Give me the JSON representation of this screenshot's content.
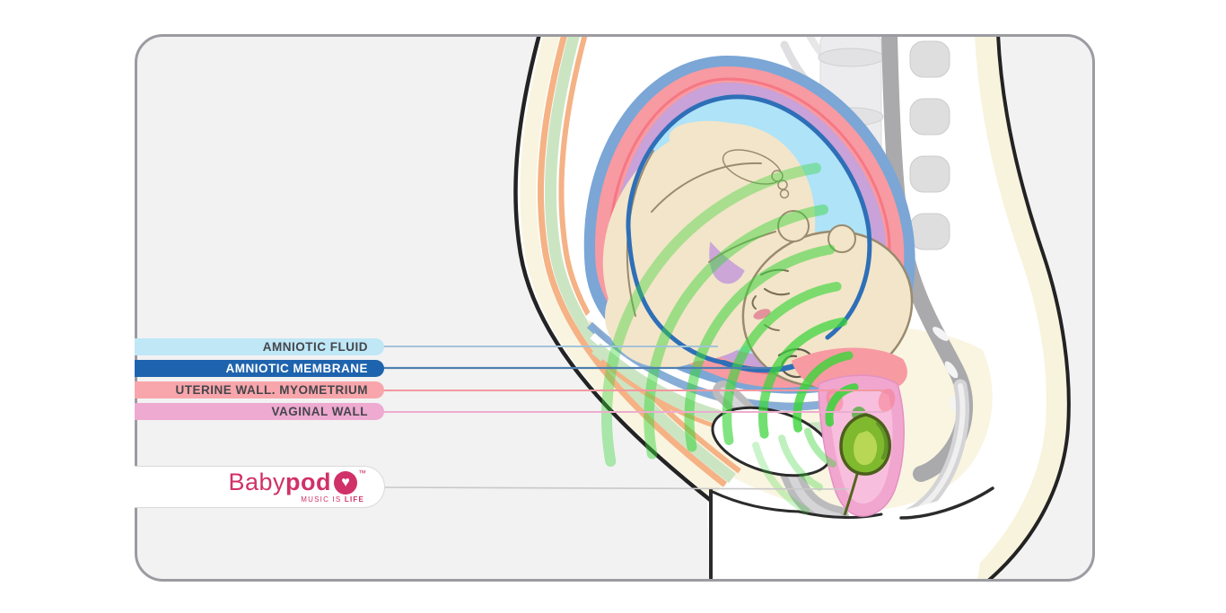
{
  "panel": {
    "bg": "#f2f2f3",
    "border": "#9b9ba1"
  },
  "labels": [
    {
      "id": "amniotic-fluid",
      "text": "AMNIOTIC FLUID",
      "pill": "#bfe7f6",
      "text_color": "#45454c",
      "line": "#a3c3d9"
    },
    {
      "id": "amniotic-membrane",
      "text": "AMNIOTIC MEMBRANE",
      "pill": "#1e63ad",
      "text_color": "#ffffff",
      "line": "#4f7fb0"
    },
    {
      "id": "uterine-wall",
      "text": "UTERINE WALL. MYOMETRIUM",
      "pill": "#f8a6ab",
      "text_color": "#45454c",
      "line": "#f2989f"
    },
    {
      "id": "vaginal-wall",
      "text": "VAGINAL WALL",
      "pill": "#eeaad0",
      "text_color": "#45454c",
      "line": "#ecadce"
    }
  ],
  "logo": {
    "brand_light": "Baby",
    "brand_bold": "pod",
    "heart": "♥",
    "trademark": "™",
    "tagline_light": "MUSIC IS ",
    "tagline_bold": "LIFE",
    "color": "#d03168",
    "leader_line": "#c8c8c8"
  },
  "illustration": {
    "colors": {
      "skin": "#f3e5c9",
      "skin_line": "#998b6e",
      "outline": "#232323",
      "cream": "#f8f4df",
      "back_cream": "#f7f3dd",
      "orange": "#f5b285",
      "lightgreen": "#cbe5c3",
      "uterus_blue": "#7ba6d6",
      "uterus_pink": "#f79aa2",
      "uterus_red": "#f6717f",
      "uterus_purple": "#c8a2d8",
      "fluid": "#aee3f8",
      "membrane": "#2e6fb8",
      "vagina_pink": "#f1a6cf",
      "vagina_light": "#f8c7e1",
      "wave_green": "#3ad43a",
      "device_green": "#7fb92e",
      "device_dark": "#4c5f1d",
      "device_light": "#bcd857",
      "bone_gray": "#bbbbbd",
      "spine_canal": "#aaaaac",
      "vertebra": "#ececee",
      "disc": "#e2e2e4",
      "process": "#dededf",
      "lips": "#e3929b",
      "white": "#ffffff"
    }
  }
}
